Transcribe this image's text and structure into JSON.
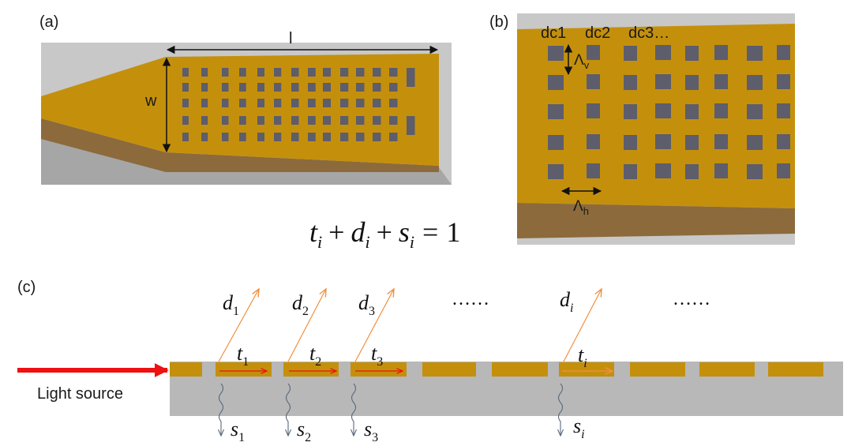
{
  "panels": {
    "a": {
      "label": "(a)",
      "dim_length": "l",
      "dim_width": "w"
    },
    "b": {
      "label": "(b)",
      "column_labels": [
        "dc1",
        "dc2",
        "dc3…"
      ],
      "period_vertical": "Λ",
      "period_vertical_sub": "v",
      "period_horizontal": "Λ",
      "period_horizontal_sub": "h"
    },
    "c": {
      "label": "(c)",
      "light_source": "Light source",
      "ellipsis": "……",
      "orders": [
        {
          "d": "d",
          "t": "t",
          "s": "s",
          "sub": "1"
        },
        {
          "d": "d",
          "t": "t",
          "s": "s",
          "sub": "2"
        },
        {
          "d": "d",
          "t": "t",
          "s": "s",
          "sub": "3"
        },
        {
          "d": "d",
          "t": "t",
          "s": "s",
          "sub": "i"
        }
      ]
    }
  },
  "equation": {
    "t": "t",
    "d": "d",
    "s": "s",
    "sub": "i",
    "plus": "+",
    "equals": "=",
    "rhs": "1"
  },
  "colors": {
    "gold": "#c4900c",
    "gray": "#b8b8b8",
    "hole": "#5d5d6b",
    "arrow_red": "#ee1111",
    "diffraction": "#f09040",
    "scatter": "#5a6a7a"
  }
}
